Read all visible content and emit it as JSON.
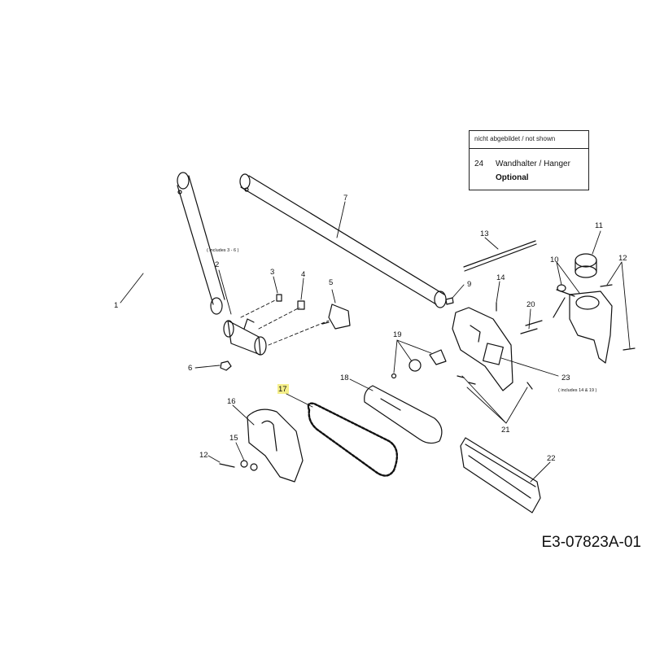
{
  "legend": {
    "header": "nicht abgebildet / not shown",
    "item_number": "24",
    "item_name": "Wandhalter / Hanger",
    "item_note": "Optional"
  },
  "drawing_id": "E3-07823A-01",
  "notes": {
    "includes_3_6": "( includes 3 - 6 )",
    "includes_14_19": "( includes 14 & 19 )"
  },
  "callouts": {
    "c1": "1",
    "c2": "2",
    "c3": "3",
    "c4": "4",
    "c5": "5",
    "c6": "6",
    "c7": "7",
    "c9": "9",
    "c10": "10",
    "c11": "11",
    "c12a": "12",
    "c12b": "12",
    "c13": "13",
    "c14": "14",
    "c15": "15",
    "c16": "16",
    "c17": "17",
    "c18": "18",
    "c19": "19",
    "c20": "20",
    "c21": "21",
    "c22": "22",
    "c23": "23"
  },
  "colors": {
    "line": "#111111",
    "highlight": "#f5ef8a"
  }
}
